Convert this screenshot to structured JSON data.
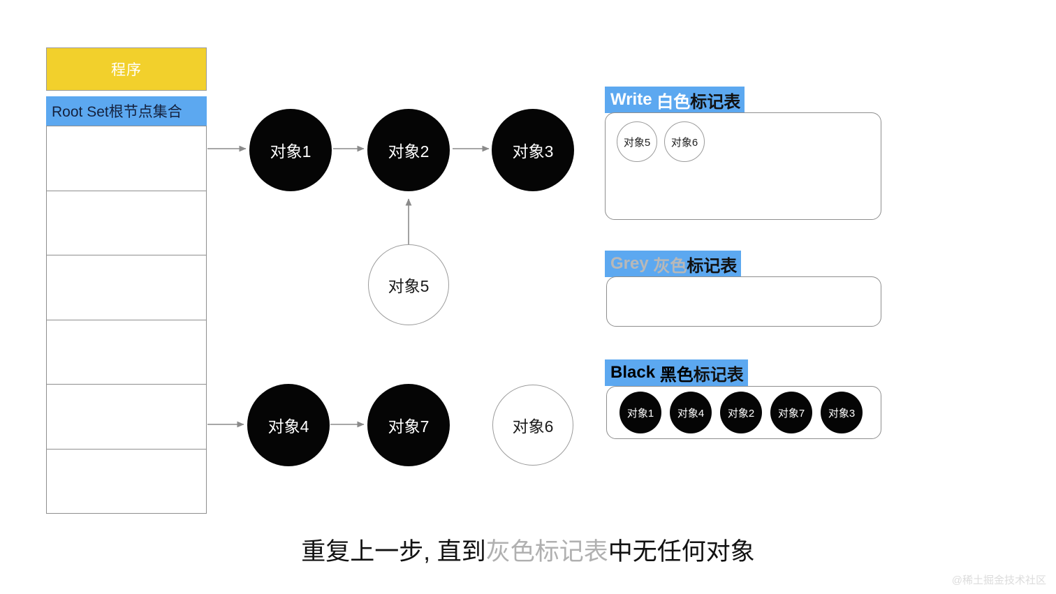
{
  "left_panel": {
    "program_label": "程序",
    "rootset_label": "Root Set根节点集合",
    "rootset_rows": [
      "",
      "",
      "",
      "",
      "",
      ""
    ],
    "program_fill": "#F2D02C",
    "rootset_fill": "#5CA8F0"
  },
  "graph": {
    "nodes": [
      {
        "id": "obj1",
        "label": "对象1",
        "style": "black"
      },
      {
        "id": "obj2",
        "label": "对象2",
        "style": "black"
      },
      {
        "id": "obj3",
        "label": "对象3",
        "style": "black"
      },
      {
        "id": "obj5",
        "label": "对象5",
        "style": "white"
      },
      {
        "id": "obj4",
        "label": "对象4",
        "style": "black"
      },
      {
        "id": "obj7",
        "label": "对象7",
        "style": "black"
      },
      {
        "id": "obj6",
        "label": "对象6",
        "style": "white"
      }
    ],
    "edges": [
      {
        "from": "root-set",
        "to": "obj1"
      },
      {
        "from": "obj1",
        "to": "obj2"
      },
      {
        "from": "obj2",
        "to": "obj3"
      },
      {
        "from": "obj5",
        "to": "obj2"
      },
      {
        "from": "root-set",
        "to": "obj4"
      },
      {
        "from": "obj4",
        "to": "obj7"
      }
    ],
    "edge_color": "#8a8a8a"
  },
  "lists": {
    "white": {
      "label_en": "Write",
      "label_cn_colored": "白色",
      "label_cn_plain": "标记表",
      "items": [
        "对象5",
        "对象6"
      ],
      "item_style": "white"
    },
    "grey": {
      "label_en": "Grey",
      "label_cn_colored": "灰色",
      "label_cn_plain": "标记表",
      "items": [],
      "item_style": "white"
    },
    "black": {
      "label_en": "Black",
      "label_cn_colored": "黑色",
      "label_cn_plain": "标记表",
      "items": [
        "对象1",
        "对象4",
        "对象2",
        "对象7",
        "对象3"
      ],
      "item_style": "black"
    }
  },
  "caption": {
    "part1": "重复上一步, 直到",
    "part2_grey": "灰色标记表",
    "part3": "中无任何对象"
  },
  "watermark": {
    "text": "@稀土掘金技术社区"
  }
}
